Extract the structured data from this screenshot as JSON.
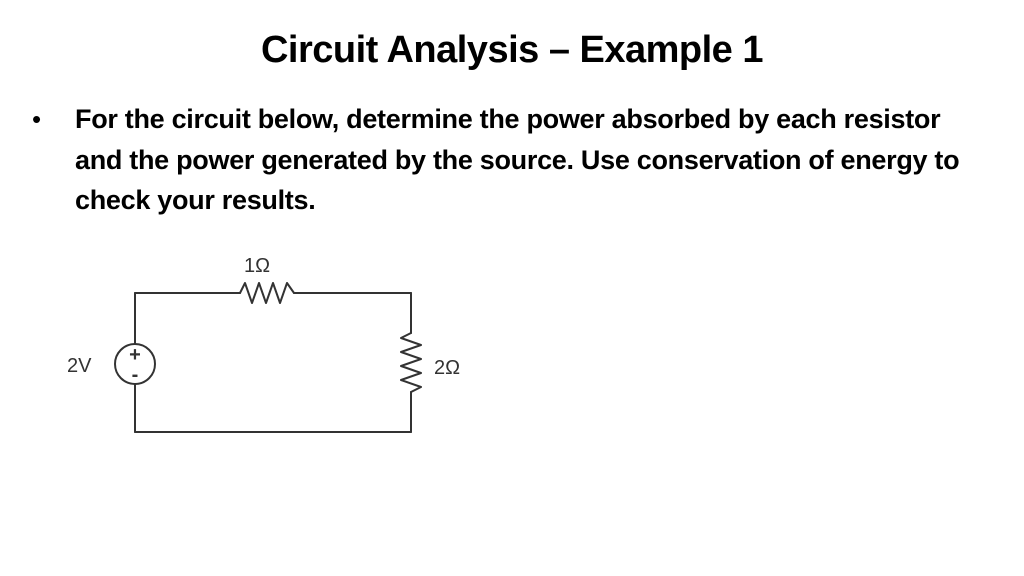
{
  "slide": {
    "title": "Circuit Analysis – Example 1",
    "bullet": "For the circuit below, determine the power absorbed by each resistor and the power generated by the source.  Use conservation of energy to check your results."
  },
  "circuit": {
    "source_label": "2V",
    "source_plus": "+",
    "source_minus": "-",
    "r1_label": "1Ω",
    "r2_label": "2Ω"
  },
  "colors": {
    "text": "#000000",
    "wire": "#333333",
    "background": "#ffffff"
  }
}
